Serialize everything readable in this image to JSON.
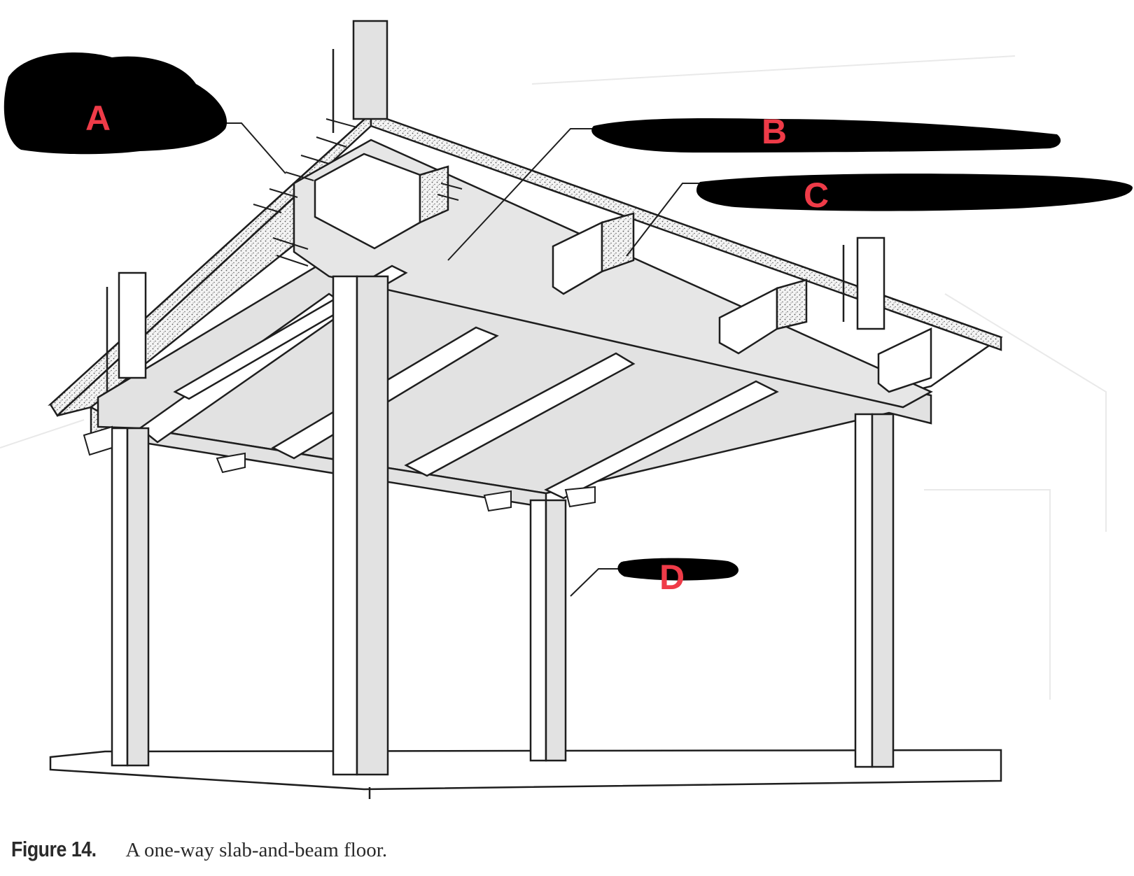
{
  "figure": {
    "caption_number": "Figure 14.",
    "caption_text": "A one-way slab-and-beam floor."
  },
  "labels": [
    {
      "id": "A",
      "text": "A"
    },
    {
      "id": "B",
      "text": "B"
    },
    {
      "id": "C",
      "text": "C"
    },
    {
      "id": "D",
      "text": "D"
    }
  ],
  "colors": {
    "ink": "#1e1e1e",
    "concrete_fill": "#e2e2e2",
    "redaction": "#000000",
    "label": "#ef3b48"
  }
}
